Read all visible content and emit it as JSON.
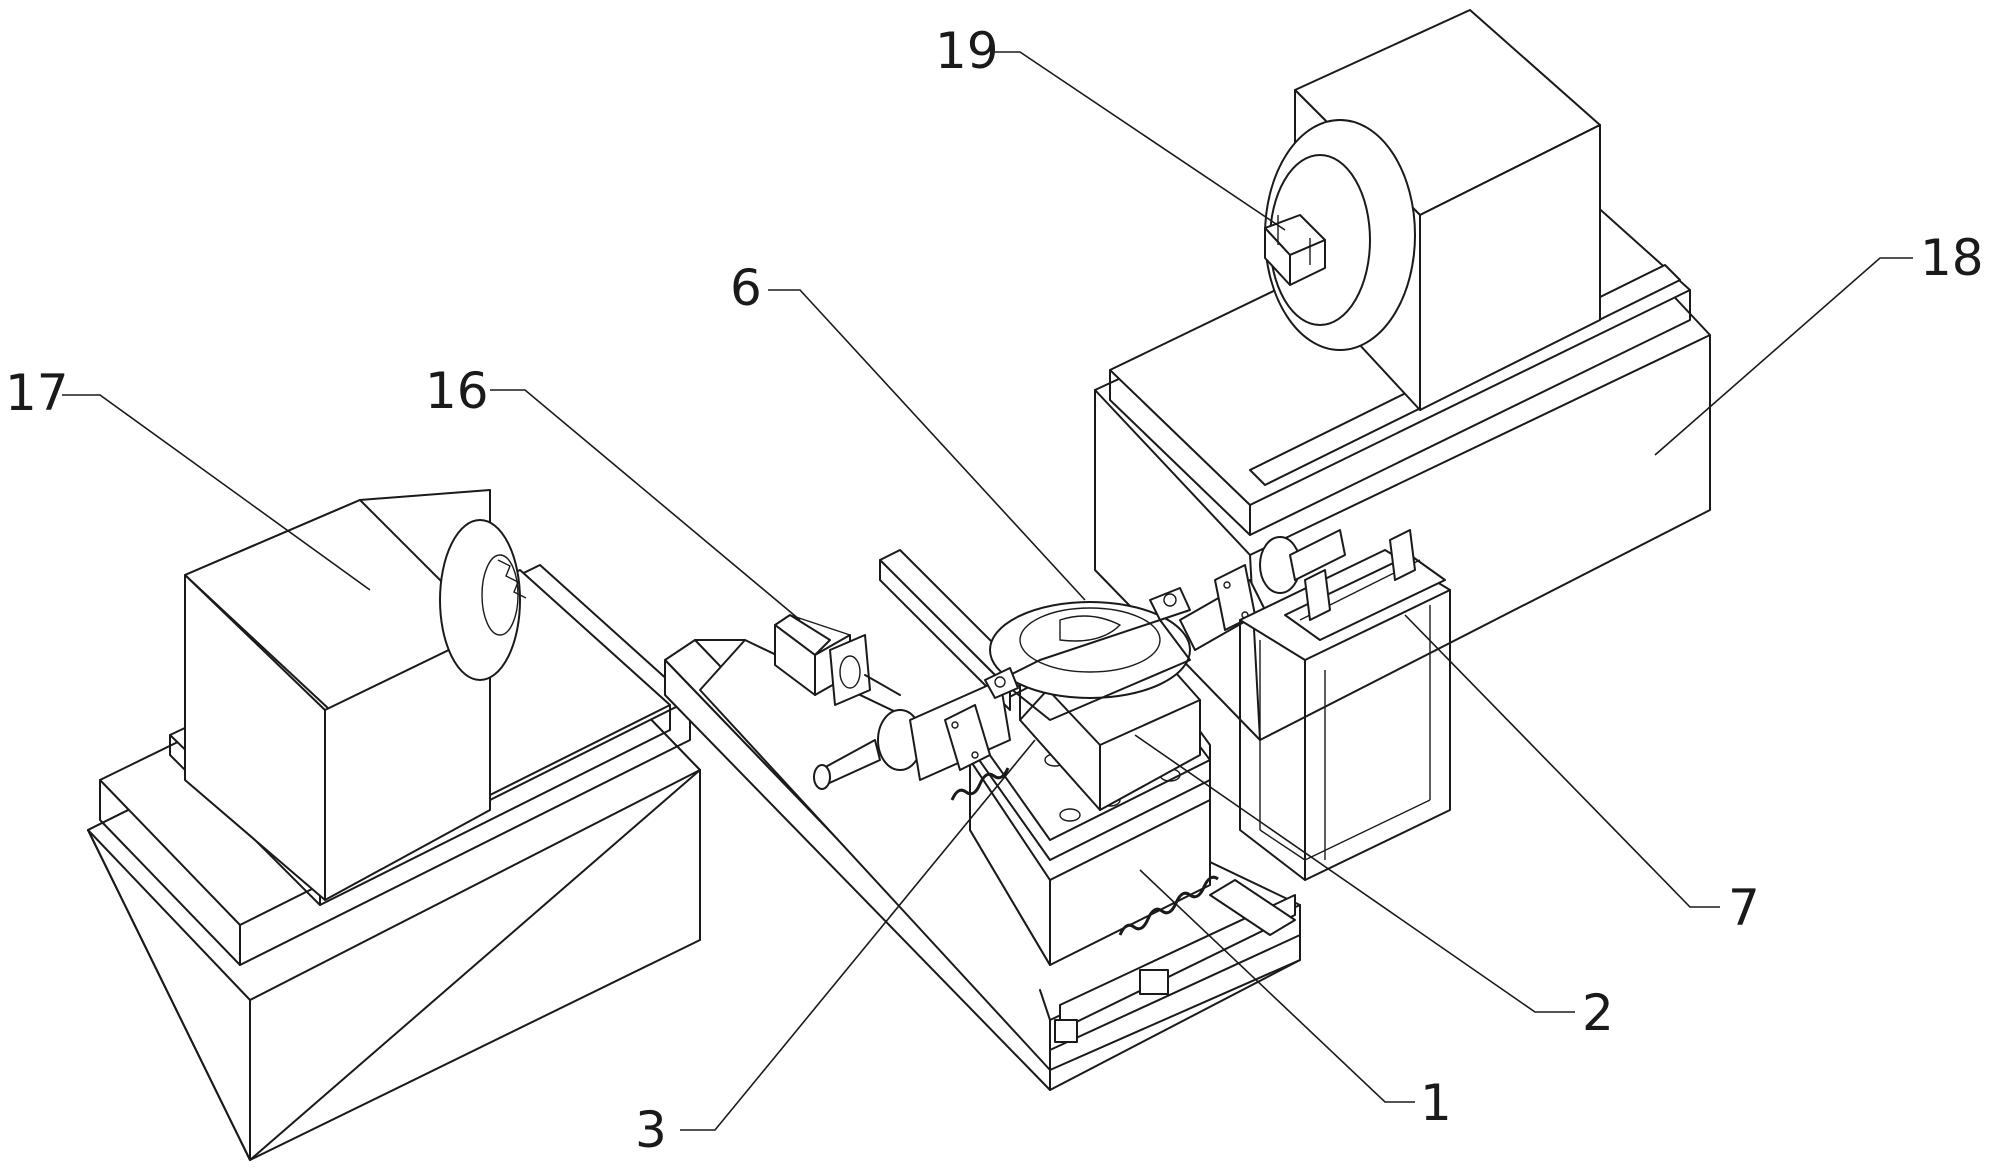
{
  "callouts": [
    {
      "id": "17",
      "text": "17"
    },
    {
      "id": "16",
      "text": "16"
    },
    {
      "id": "6",
      "text": "6"
    },
    {
      "id": "19",
      "text": "19"
    },
    {
      "id": "18",
      "text": "18"
    },
    {
      "id": "7",
      "text": "7"
    },
    {
      "id": "2",
      "text": "2"
    },
    {
      "id": "1",
      "text": "1"
    },
    {
      "id": "3",
      "text": "3"
    }
  ]
}
